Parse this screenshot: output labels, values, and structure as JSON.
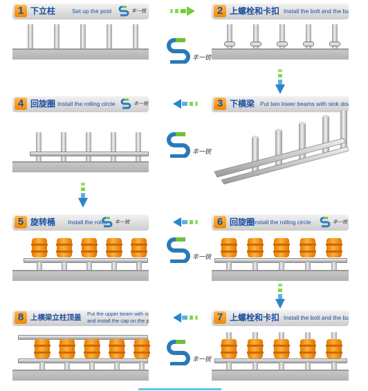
{
  "colors": {
    "accent_blue": "#1a4d9f",
    "orange": "#f59a18",
    "arrow_green": "#6fcf38",
    "arrow_blue": "#2a86c8"
  },
  "logo": {
    "text": "丰一锐",
    "icon": "s-logo-icon"
  },
  "steps": [
    {
      "num": "1",
      "cn": "下立柱",
      "en": "Set up the post"
    },
    {
      "num": "2",
      "cn": "上螺栓和卡扣",
      "en": "Install the bolt and the buckle"
    },
    {
      "num": "3",
      "cn": "下横梁",
      "en": "Put two lower beams with sink down"
    },
    {
      "num": "4",
      "cn": "回旋圈",
      "en": "Install the rolling circle"
    },
    {
      "num": "5",
      "cn": "旋转桶",
      "en": "Install the roller"
    },
    {
      "num": "6",
      "cn": "回旋圈",
      "en": "Install the rolling circle"
    },
    {
      "num": "7",
      "cn": "上螺栓和卡扣",
      "en": "Install the bolt and the buckle"
    },
    {
      "num": "8",
      "cn": "上横梁立柱顶盖",
      "en_line1": "Put the upper beam with sink down,",
      "en_line2": "and install the cap on the post"
    }
  ]
}
